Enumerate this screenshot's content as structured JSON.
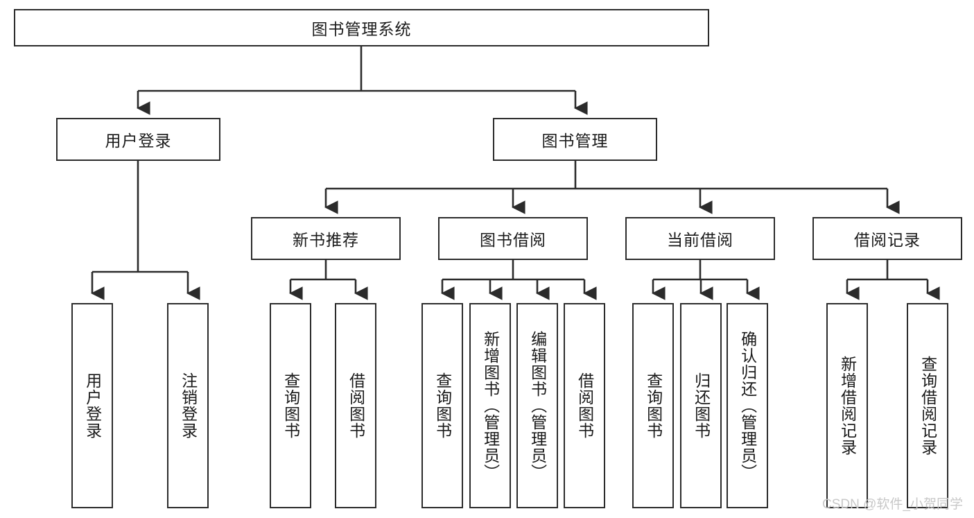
{
  "diagram": {
    "type": "tree-hierarchy",
    "title": "图书管理系统",
    "orientation": "top-down",
    "colors": {
      "box_border": "#2b2b2b",
      "box_fill": "#ffffff",
      "edge": "#2b2b2b",
      "text": "#1a1a1a",
      "watermark": "#c8c8c8"
    },
    "nodes": {
      "root": {
        "label": "图书管理系统"
      },
      "level2": [
        {
          "id": "user-login",
          "label": "用户登录"
        },
        {
          "id": "book-management",
          "label": "图书管理"
        }
      ],
      "level3": [
        {
          "id": "new-book-recommend",
          "label": "新书推荐"
        },
        {
          "id": "book-borrow",
          "label": "图书借阅"
        },
        {
          "id": "current-borrow",
          "label": "当前借阅"
        },
        {
          "id": "borrow-record",
          "label": "借阅记录"
        }
      ],
      "leaves": {
        "user_login": [
          {
            "id": "leaf-user-login",
            "label": "用户登录"
          },
          {
            "id": "leaf-user-logout",
            "label": "注销登录"
          }
        ],
        "new_book_recommend": [
          {
            "id": "leaf-query-book-1",
            "label": "查询图书"
          },
          {
            "id": "leaf-borrow-book-1",
            "label": "借阅图书"
          }
        ],
        "book_borrow": [
          {
            "id": "leaf-query-book-2",
            "label": "查询图书"
          },
          {
            "id": "leaf-add-book",
            "label": "新增图书（管理员）"
          },
          {
            "id": "leaf-edit-book",
            "label": "编辑图书（管理员）"
          },
          {
            "id": "leaf-borrow-book-2",
            "label": "借阅图书"
          }
        ],
        "current_borrow": [
          {
            "id": "leaf-query-book-3",
            "label": "查询图书"
          },
          {
            "id": "leaf-return-book",
            "label": "归还图书"
          },
          {
            "id": "leaf-confirm-return",
            "label": "确认归还（管理员）"
          }
        ],
        "borrow_record": [
          {
            "id": "leaf-add-record",
            "label": "新增借阅记录"
          },
          {
            "id": "leaf-query-record",
            "label": "查询借阅记录"
          }
        ]
      }
    }
  },
  "watermark": {
    "text": "CSDN @软件_小贺同学"
  }
}
